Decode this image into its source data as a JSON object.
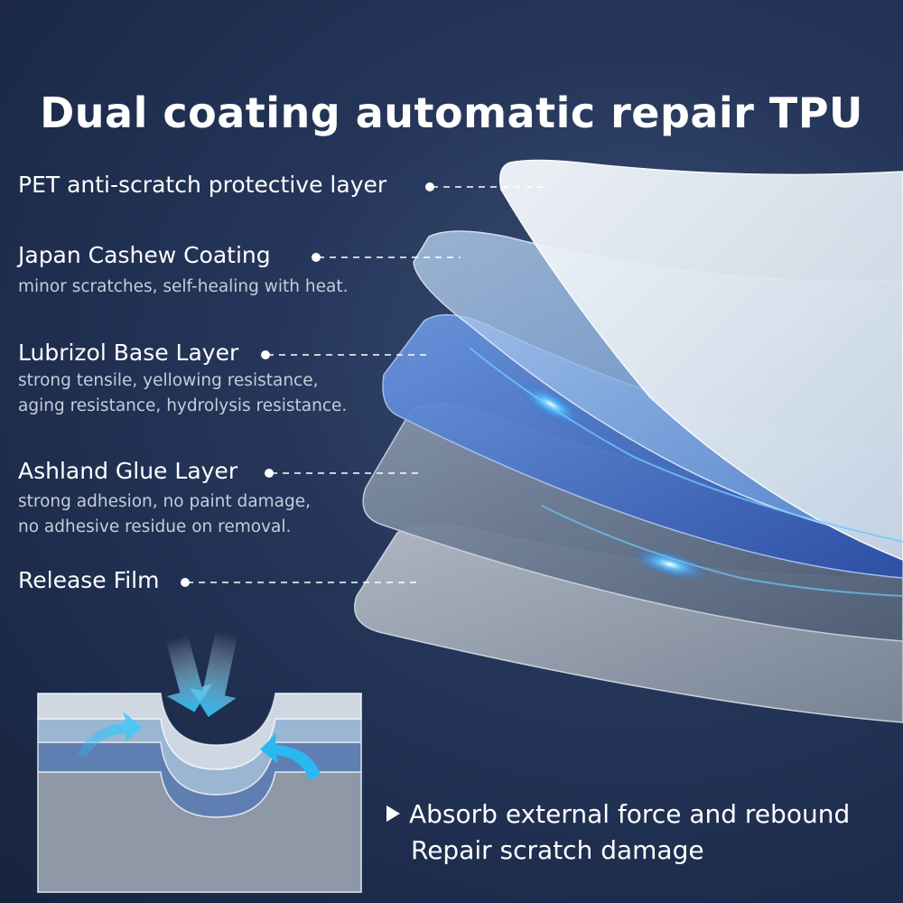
{
  "title": "Dual coating automatic repair TPU",
  "layers": [
    {
      "label": "PET anti-scratch protective layer",
      "desc": []
    },
    {
      "label": "Japan Cashew Coating",
      "desc": [
        "minor scratches, self-healing with heat."
      ]
    },
    {
      "label": "Lubrizol Base Layer",
      "desc": [
        "strong tensile, yellowing resistance,",
        "aging resistance, hydrolysis resistance."
      ]
    },
    {
      "label": "Ashland Glue Layer",
      "desc": [
        "strong adhesion, no paint damage,",
        "no adhesive residue on removal."
      ]
    },
    {
      "label": "Release Film",
      "desc": []
    }
  ],
  "bottom": {
    "line1": "Absorb external force and rebound",
    "line2": "Repair scratch damage"
  },
  "colors": {
    "background": "#1f2e4d",
    "pet_layer": "#dfe6ee",
    "cashew_layer": "#8fb8e6",
    "base_layer": "#3f6ec9",
    "glue_layer": "#6b7d93",
    "release_layer": "#a3acb8",
    "highlight": "#41b4ff",
    "arrow": "#2ab8f0"
  },
  "icons": [
    "pressure-arrow-icon",
    "rebound-arrow-left-icon",
    "rebound-arrow-right-icon",
    "play-triangle-icon"
  ]
}
